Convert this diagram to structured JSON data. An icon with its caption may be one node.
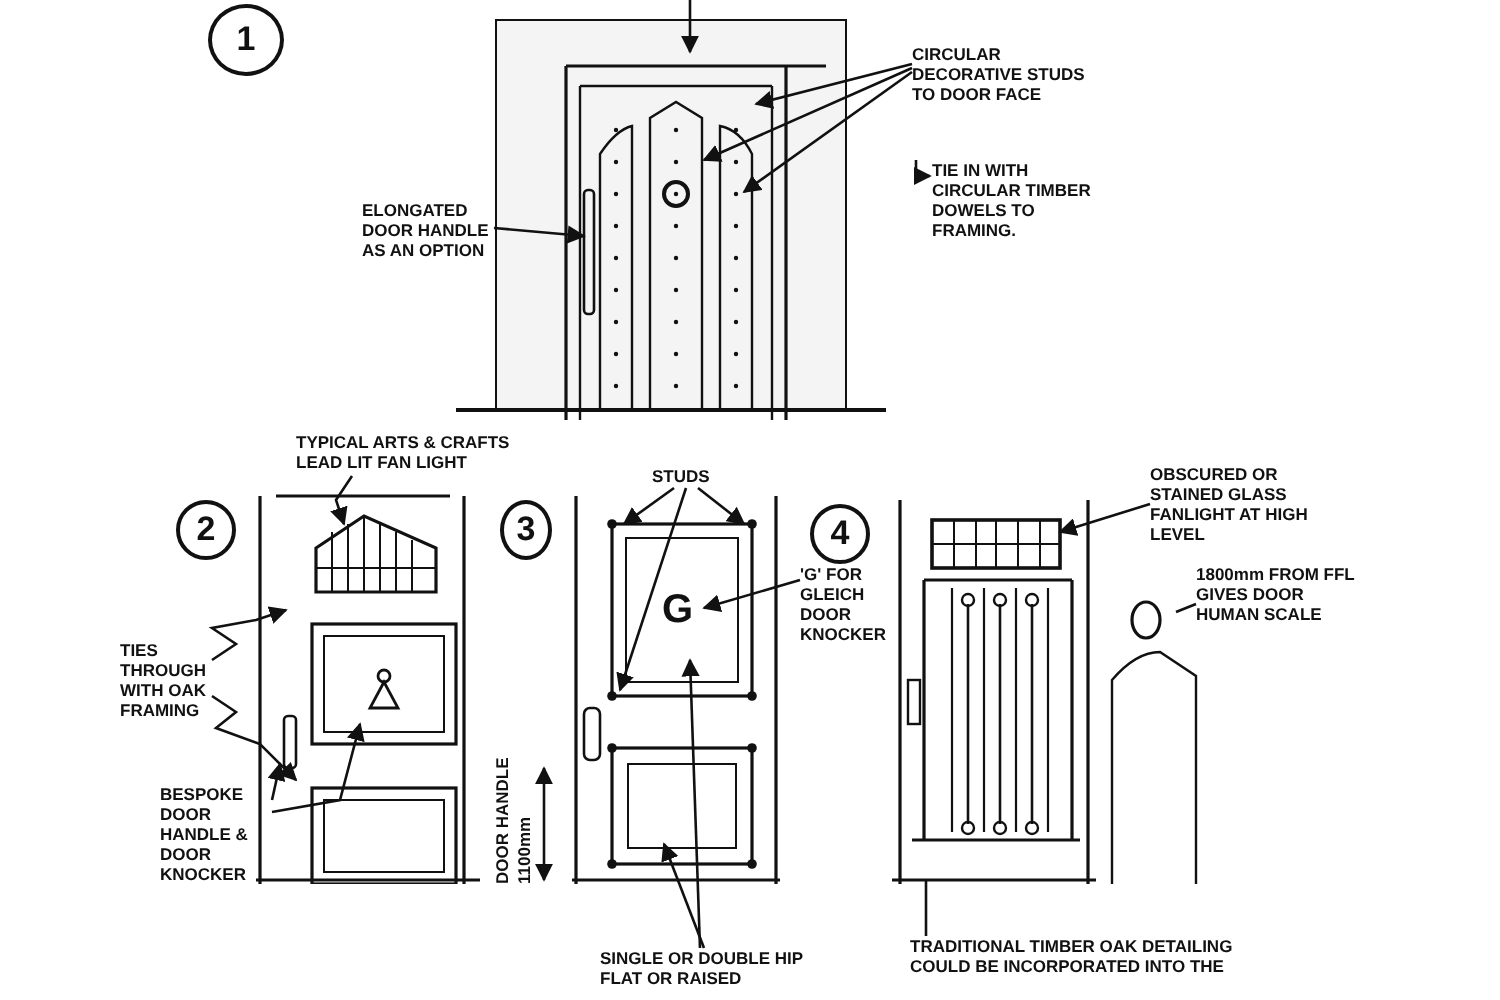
{
  "diagram": {
    "nodes": [
      {
        "text": [
          "1"
        ]
      },
      {
        "text": [],
        "shape": "picture"
      },
      {
        "text": [
          "CIRCULAR DECORATIVE STUDS TO DOOR FACE"
        ]
      },
      {
        "text": [
          "ELONGATED DOOR HANDLE AS AN OPTION"
        ]
      },
      {
        "text": [
          "TYPICAL ARTS & CRAFTS LEAD LIT FAN LIGHT"
        ]
      },
      {
        "text": [
          "2"
        ]
      },
      {
        "text": [],
        "shape": "picture"
      },
      {
        "text": [
          "TIES THROUGH WITH OAK FRAMING"
        ]
      },
      {
        "text": [
          "BESPOKE DOOR HANDLE & DOOR KNOCKER"
        ]
      },
      {
        "text": [
          "3"
        ]
      },
      {
        "text": [],
        "shape": "picture"
      },
      {
        "text": [
          "STUDS"
        ]
      },
      {
        "text": [
          "G"
        ],
        "in": 10
      },
      {
        "text": [
          "'G' FOR GLEICH DOOR KNOCKER"
        ]
      },
      {
        "text": [
          "SINGLE OR DOUBLE HIP FLAT OR RAISED"
        ]
      },
      {
        "text": [
          "4"
        ]
      },
      {
        "text": [],
        "shape": "picture"
      },
      {
        "text": [
          "OBSCURED OR STAINED GLASS FANLIGHT AT HIGH LEVEL"
        ]
      },
      {
        "text": [],
        "shape": "person"
      },
      {
        "text": [
          "1800mm FROM FFL GIVES DOOR HUMAN SCALE"
        ]
      },
      {
        "text": [
          "TRADITIONAL TIMBER OAK DETAILING COULD BE INCORPORATED INTO THE"
        ]
      }
    ],
    "edges": [
      {
        "from": null,
        "to": 1,
        "arrow": "to"
      },
      {
        "from": 2,
        "to": 1,
        "arrow": "to"
      },
      {
        "from": 2,
        "to": 1,
        "arrow": "to"
      },
      {
        "from": 2,
        "to": 1,
        "arrow": "to"
      },
      {
        "from": 3,
        "to": 1,
        "arrow": "to"
      },
      {
        "from": 4,
        "to": 6,
        "arrow": "to"
      },
      {
        "from": 7,
        "to": 6,
        "arrow": "to"
      },
      {
        "from": 7,
        "to": 6,
        "arrow": "to"
      },
      {
        "from": 8,
        "to": 6,
        "arrow": "to"
      },
      {
        "from": 8,
        "to": 6,
        "arrow": "to"
      },
      {
        "from": 11,
        "to": 10,
        "arrow": "to"
      },
      {
        "from": 11,
        "to": 10,
        "arrow": "to"
      },
      {
        "from": 11,
        "to": 10,
        "arrow": "to"
      },
      {
        "from": 13,
        "to": 12,
        "arrow": "to"
      },
      {
        "from": 14,
        "to": 10,
        "arrow": "to"
      },
      {
        "from": 14,
        "to": 10,
        "arrow": "to"
      },
      {
        "from": 17,
        "to": 16,
        "arrow": "to"
      },
      {
        "from": 19,
        "to": 18,
        "arrow": "none"
      },
      {
        "from": 20,
        "to": 16,
        "arrow": "none"
      }
    ],
    "labels": [
      "TIE IN WITH CIRCULAR TIMBER DOWELS TO FRAMING.",
      "DOOR HANDLE",
      "1100mm"
    ]
  }
}
